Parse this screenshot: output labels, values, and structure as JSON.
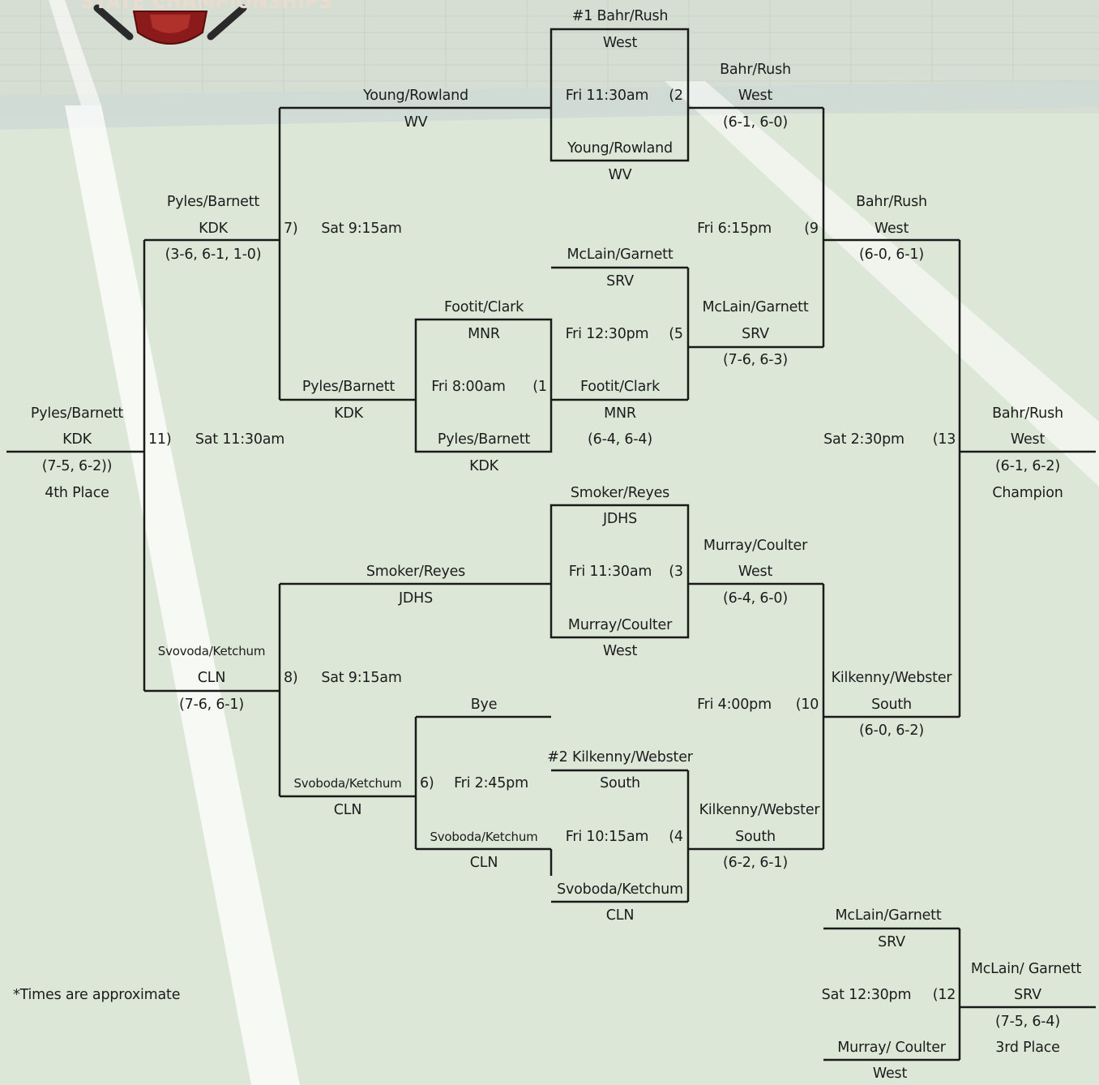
{
  "logo": {
    "text": "STATE CHAMPIONSHIPS"
  },
  "note": "*Times are approximate",
  "matches": [
    {
      "num": "(1",
      "time": "Fri 8:00am"
    },
    {
      "num": "(2",
      "time": "Fri 11:30am"
    },
    {
      "num": "(3",
      "time": "Fri 11:30am"
    },
    {
      "num": "(4",
      "time": "Fri 10:15am"
    },
    {
      "num": "(5",
      "time": "Fri 12:30pm"
    },
    {
      "num": "6)",
      "time": "Fri 2:45pm"
    },
    {
      "num": "7)",
      "time": "Sat 9:15am"
    },
    {
      "num": "8)",
      "time": "Sat 9:15am"
    },
    {
      "num": "(9",
      "time": "Fri 6:15pm"
    },
    {
      "num": "(10",
      "time": "Fri 4:00pm"
    },
    {
      "num": "11)",
      "time": "Sat 11:30am"
    },
    {
      "num": "(12",
      "time": "Sat 12:30pm"
    },
    {
      "num": "(13",
      "time": "Sat 2:30pm"
    }
  ],
  "entries": {
    "seed1_name": "#1 Bahr/Rush",
    "seed1_school": "West",
    "m2_bot_name": "Young/Rowland",
    "m2_bot_school": "WV",
    "m2_win_name": "Bahr/Rush",
    "m2_win_school": "West",
    "m2_win_score": "(6-1, 6-0)",
    "m7_top_name": "Young/Rowland",
    "m7_top_school": "WV",
    "m5_top_name": "McLain/Garnett",
    "m5_top_school": "SRV",
    "m1_top_name": "Footit/Clark",
    "m1_top_school": "MNR",
    "m5_win_name": "McLain/Garnett",
    "m5_win_school": "SRV",
    "m5_win_score": "(7-6, 6-3)",
    "m1_win_name": "Footit/Clark",
    "m1_win_school": "MNR",
    "m1_win_score": "(6-4, 6-4)",
    "m1_bot_name": "Pyles/Barnett",
    "m1_bot_school": "KDK",
    "m7_bot_name": "Pyles/Barnett",
    "m7_bot_school": "KDK",
    "m7_win_name": "Pyles/Barnett",
    "m7_win_school": "KDK",
    "m7_win_score": "(3-6, 6-1, 1-0)",
    "m9_win_name": "Bahr/Rush",
    "m9_win_school": "West",
    "m9_win_score": "(6-0, 6-1)",
    "m11_win_name": "Pyles/Barnett",
    "m11_win_school": "KDK",
    "m11_win_score": "(7-5, 6-2))",
    "m11_place": "4th Place",
    "m13_win_name": "Bahr/Rush",
    "m13_win_school": "West",
    "m13_win_score": "(6-1, 6-2)",
    "m13_place": "Champion",
    "m3_top_name": "Smoker/Reyes",
    "m3_top_school": "JDHS",
    "m3_win_name": "Murray/Coulter",
    "m3_win_school": "West",
    "m3_win_score": "(6-4, 6-0)",
    "m8_top_name": "Smoker/Reyes",
    "m8_top_school": "JDHS",
    "m3_bot_name": "Murray/Coulter",
    "m3_bot_school": "West",
    "m8_win_name": "Svovoda/Ketchum",
    "m8_win_school": "CLN",
    "m8_win_score": "(7-6, 6-1)",
    "m10_win_name": "Kilkenny/Webster",
    "m10_win_school": "South",
    "m10_win_score": "(6-0, 6-2)",
    "bye": "Bye",
    "seed2_name": "#2 Kilkenny/Webster",
    "seed2_school": "South",
    "m8_bot_name": "Svoboda/Ketchum",
    "m8_bot_school": "CLN",
    "m4_win_name": "Kilkenny/Webster",
    "m4_win_school": "South",
    "m4_win_score": "(6-2, 6-1)",
    "m6_win_name": "Svoboda/Ketchum",
    "m6_win_school": "CLN",
    "m4_bot_name": "Svoboda/Ketchum",
    "m4_bot_school": "CLN",
    "m12_top_name": "McLain/Garnett",
    "m12_top_school": "SRV",
    "m12_bot_name": "Murray/ Coulter",
    "m12_bot_school": "West",
    "m12_win_name": "McLain/ Garnett",
    "m12_win_school": "SRV",
    "m12_win_score": "(7-5, 6-4)",
    "m12_place": "3rd Place"
  }
}
